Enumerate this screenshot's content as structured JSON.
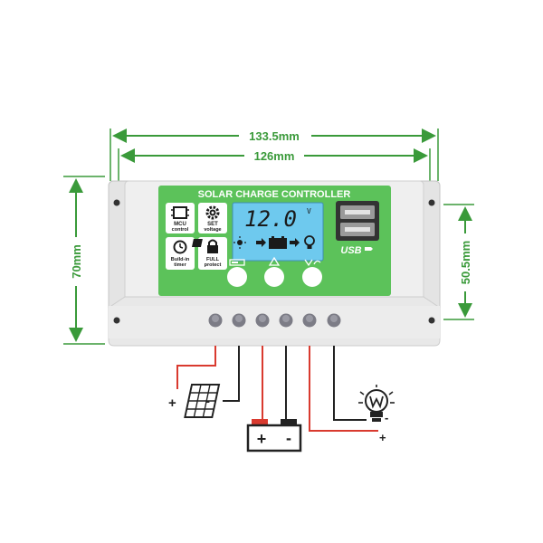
{
  "dimensions": {
    "outer_width": "133.5mm",
    "inner_width": "126mm",
    "height": "70mm",
    "mount_height": "50.5mm"
  },
  "panel": {
    "title": "SOLAR CHARGE CONTROLLER",
    "features": [
      {
        "icon": "mcu-chip-icon",
        "line1": "MCU",
        "line2": "control"
      },
      {
        "icon": "gear-icon",
        "line1": "SET",
        "line2": "voltage"
      },
      {
        "icon": "clock-icon",
        "line1": "Build-in",
        "line2": "timer"
      },
      {
        "icon": "lock-icon",
        "line1": "FULL",
        "line2": "protect"
      }
    ],
    "lcd_reading": "12.0",
    "lcd_unit": "V",
    "usb_label": "USB"
  },
  "wiring": {
    "plus": "+",
    "minus": "-"
  },
  "colors": {
    "panel_green": "#5cc25a",
    "case_grey": "#e6e6e6",
    "lcd_blue": "#6ec9ee",
    "dimension_green": "#3a9a3a",
    "wire_red": "#d93a2f",
    "wire_black": "#222222"
  }
}
